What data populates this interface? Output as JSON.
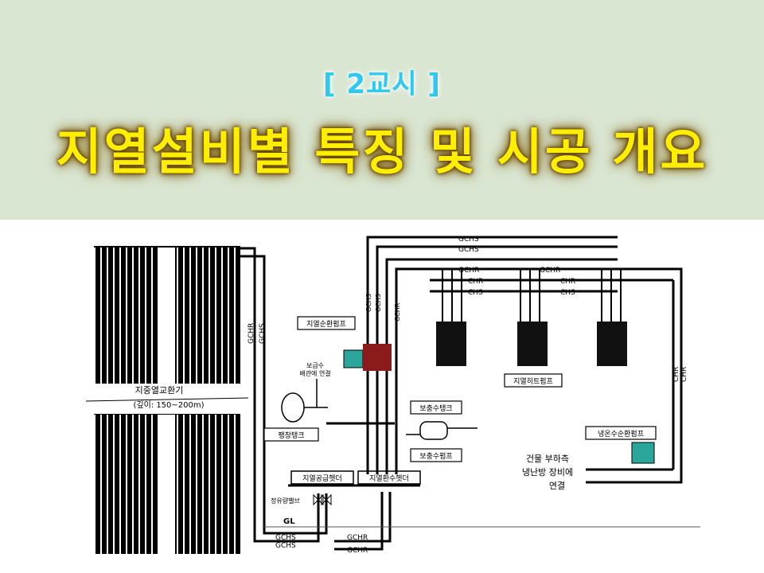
{
  "header": {
    "subtitle": "[ 2교시 ]",
    "title": "지열설비별 특징 및 시공 개요"
  },
  "diagram": {
    "borehole_label": "지중열교환기",
    "borehole_depth": "(깊이: 150~200m)",
    "circulation_pump": "지열순환펌프",
    "makeup_water_line": [
      "보급수",
      "배관에 연결"
    ],
    "expansion_tank": "팽창탱크",
    "storage_tank": "보충수탱크",
    "storage_pump": "보충수펌프",
    "supply_header": "지열공급헷더",
    "return_header": "지열환수헷더",
    "flow_valve": "정유량밸브",
    "heat_pump": "지열히트펌프",
    "chw_pump": "냉온수순환펌프",
    "building_connection": [
      "건물 부하측",
      "냉난방 장비에",
      "연결"
    ],
    "ground_level": "GL",
    "pipes": {
      "gchs": "GCHS",
      "gchr": "GCHR",
      "chr": "CHR",
      "chs": "CHS"
    }
  }
}
